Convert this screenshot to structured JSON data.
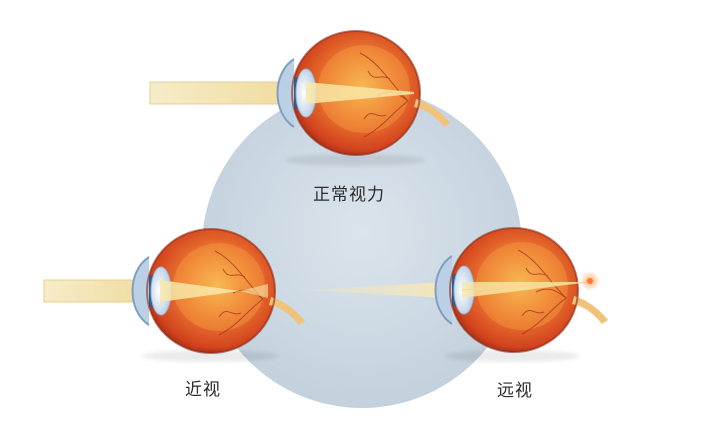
{
  "labels": {
    "normal": "正常视力",
    "myopia": "近视",
    "hyperopia": "远视"
  },
  "colors": {
    "background_circle": "#c9d6e1",
    "sclera": "#ea5a2a",
    "sclera_dark": "#c23a1c",
    "retina_inner": "#f5a13c",
    "lens": "#dfe9f5",
    "cornea": "#9fb8d4",
    "iris": "#2f5e8e",
    "light_beam": "#f3e4b8",
    "focus_point": "#ff8c42"
  },
  "icons": [
    "eye-normal-icon",
    "eye-myopia-icon",
    "eye-hyperopia-icon"
  ]
}
